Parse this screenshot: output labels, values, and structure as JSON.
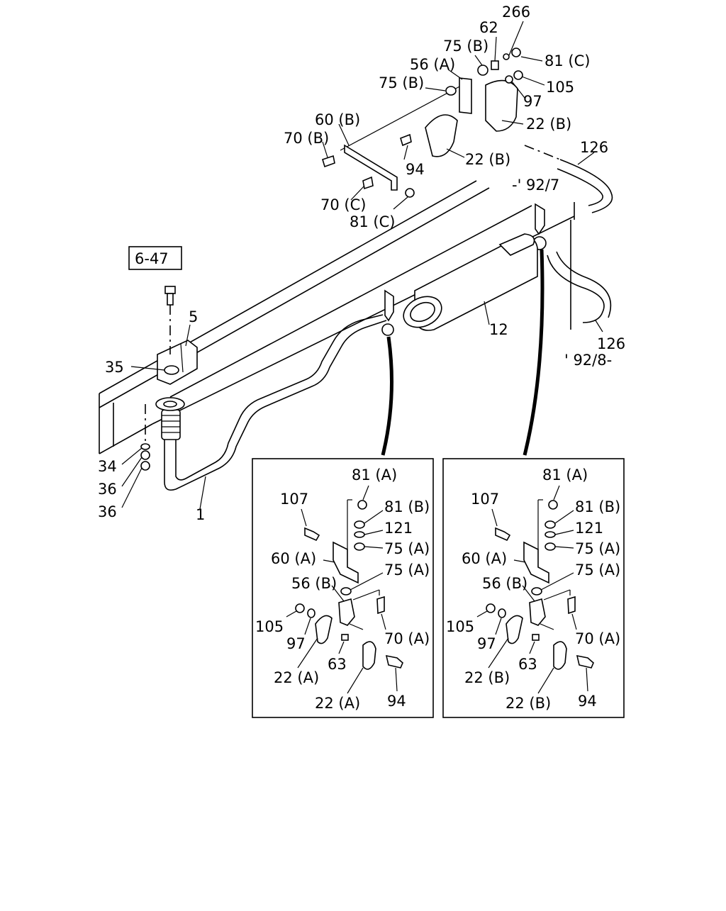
{
  "main_labels": [
    "266",
    "62",
    "75 (B)",
    "81 (C)",
    "56 (A)",
    "105",
    "75 (B)",
    "97",
    "22 (B)",
    "60 (B)",
    "70 (B)",
    "94",
    "22 (B)",
    "126",
    "-' 92/7",
    "70 (C)",
    "81 (C)",
    "6-47",
    "5",
    "35",
    "12",
    "126",
    "' 92/8-",
    "34",
    "36",
    "36",
    "1"
  ],
  "inset_left_labels": [
    "81 (A)",
    "107",
    "81 (B)",
    "121",
    "75 (A)",
    "60 (A)",
    "75 (A)",
    "56 (B)",
    "105",
    "70 (A)",
    "97",
    "63",
    "22 (A)",
    "94",
    "22 (A)"
  ],
  "inset_right_labels": [
    "81 (A)",
    "107",
    "81 (B)",
    "121",
    "75 (A)",
    "60 (A)",
    "75 (A)",
    "56 (B)",
    "105",
    "70 (A)",
    "97",
    "63",
    "22 (B)",
    "94",
    "22 (B)"
  ]
}
